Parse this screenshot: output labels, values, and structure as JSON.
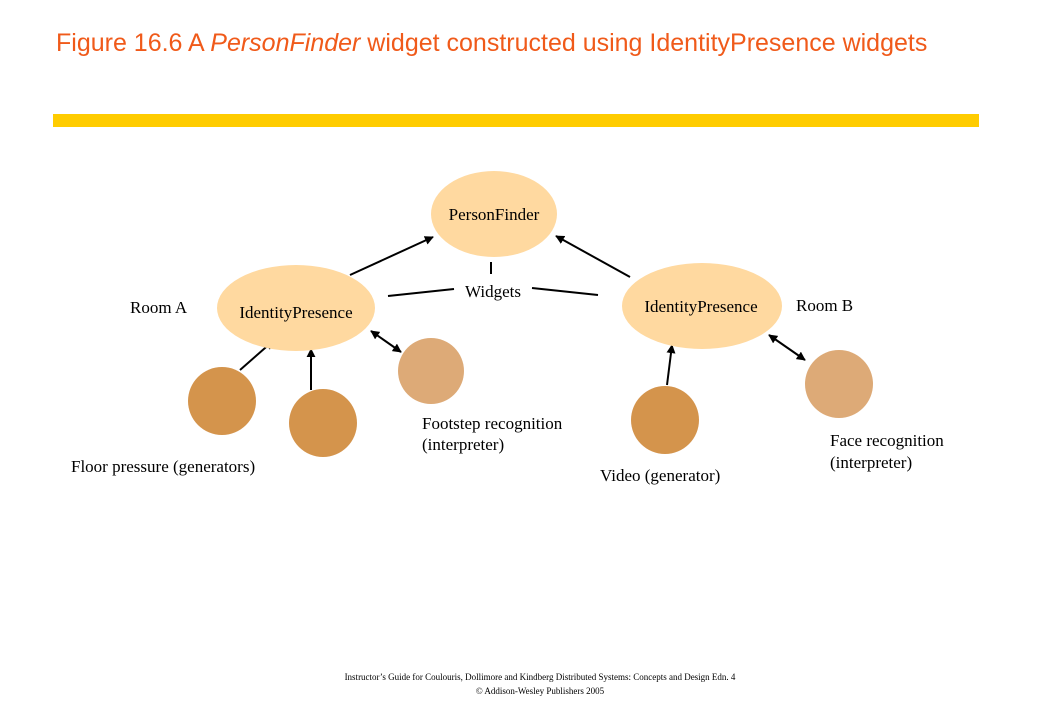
{
  "title": {
    "prefix": "Figure 16.6 A ",
    "italic": "PersonFinder",
    "suffix": " widget constructed using IdentityPresence widgets"
  },
  "colors": {
    "title": "#f05a1a",
    "rule": "#ffcc00",
    "widget_fill": "#ffd9a0",
    "generator_fill": "#d4944c",
    "interpreter_fill": "#ddaa77"
  },
  "diagram": {
    "person_finder": "PersonFinder",
    "identity_presence_a": "IdentityPresence",
    "identity_presence_b": "IdentityPresence",
    "widgets_label": "Widgets",
    "room_a": "Room A",
    "room_b": "Room B",
    "footstep_line1": "Footstep recognition",
    "footstep_line2": "(interpreter)",
    "floor_pressure": "Floor pressure (generators)",
    "video": "Video (generator)",
    "face_line1": "Face recognition",
    "face_line2": "(interpreter)"
  },
  "footer": {
    "line1": "Instructor’s Guide for  Coulouris, Dollimore and Kindberg   Distributed Systems: Concepts and Design   Edn. 4",
    "line2": "©  Addison-Wesley Publishers 2005"
  }
}
